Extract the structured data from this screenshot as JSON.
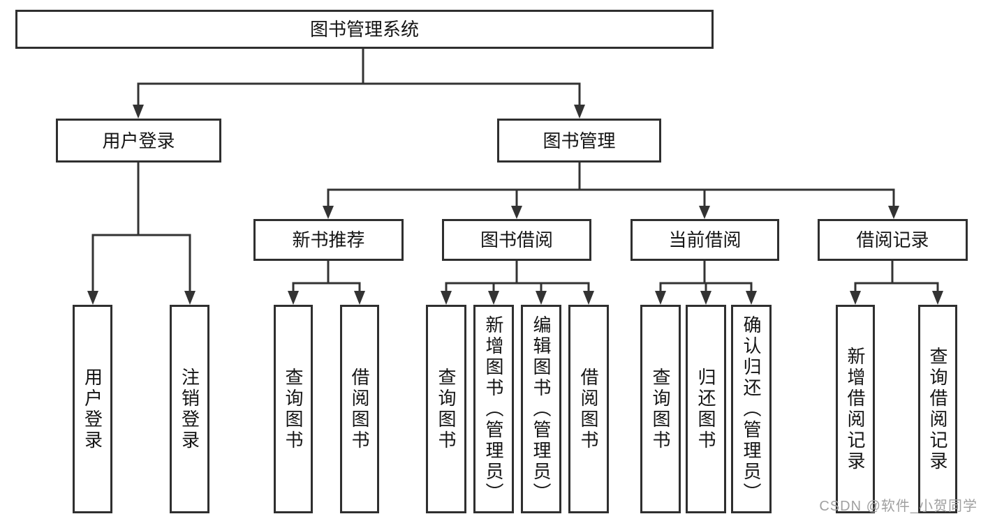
{
  "tree": {
    "root": {
      "label": "图书管理系统",
      "children": [
        {
          "label": "用户登录",
          "children": [
            {
              "label": "用户登录"
            },
            {
              "label": "注销登录"
            }
          ]
        },
        {
          "label": "图书管理",
          "children": [
            {
              "label": "新书推荐",
              "children": [
                {
                  "label": "查询图书"
                },
                {
                  "label": "借阅图书"
                }
              ]
            },
            {
              "label": "图书借阅",
              "children": [
                {
                  "label": "查询图书"
                },
                {
                  "label": "新增图书（管理员）"
                },
                {
                  "label": "编辑图书（管理员）"
                },
                {
                  "label": "借阅图书"
                }
              ]
            },
            {
              "label": "当前借阅",
              "children": [
                {
                  "label": "查询图书"
                },
                {
                  "label": "归还图书"
                },
                {
                  "label": "确认归还（管理员）"
                }
              ]
            },
            {
              "label": "借阅记录",
              "children": [
                {
                  "label": "新增借阅记录"
                },
                {
                  "label": "查询借阅记录"
                }
              ]
            }
          ]
        }
      ]
    }
  },
  "watermark": {
    "text": "CSDN @软件_小贺同学"
  },
  "colors": {
    "line": "#333333",
    "box_border": "#2f2f2f",
    "box_background": "#ffffff",
    "text": "#141414",
    "watermark": "#a0a0a0",
    "page_background": "#ffffff"
  }
}
